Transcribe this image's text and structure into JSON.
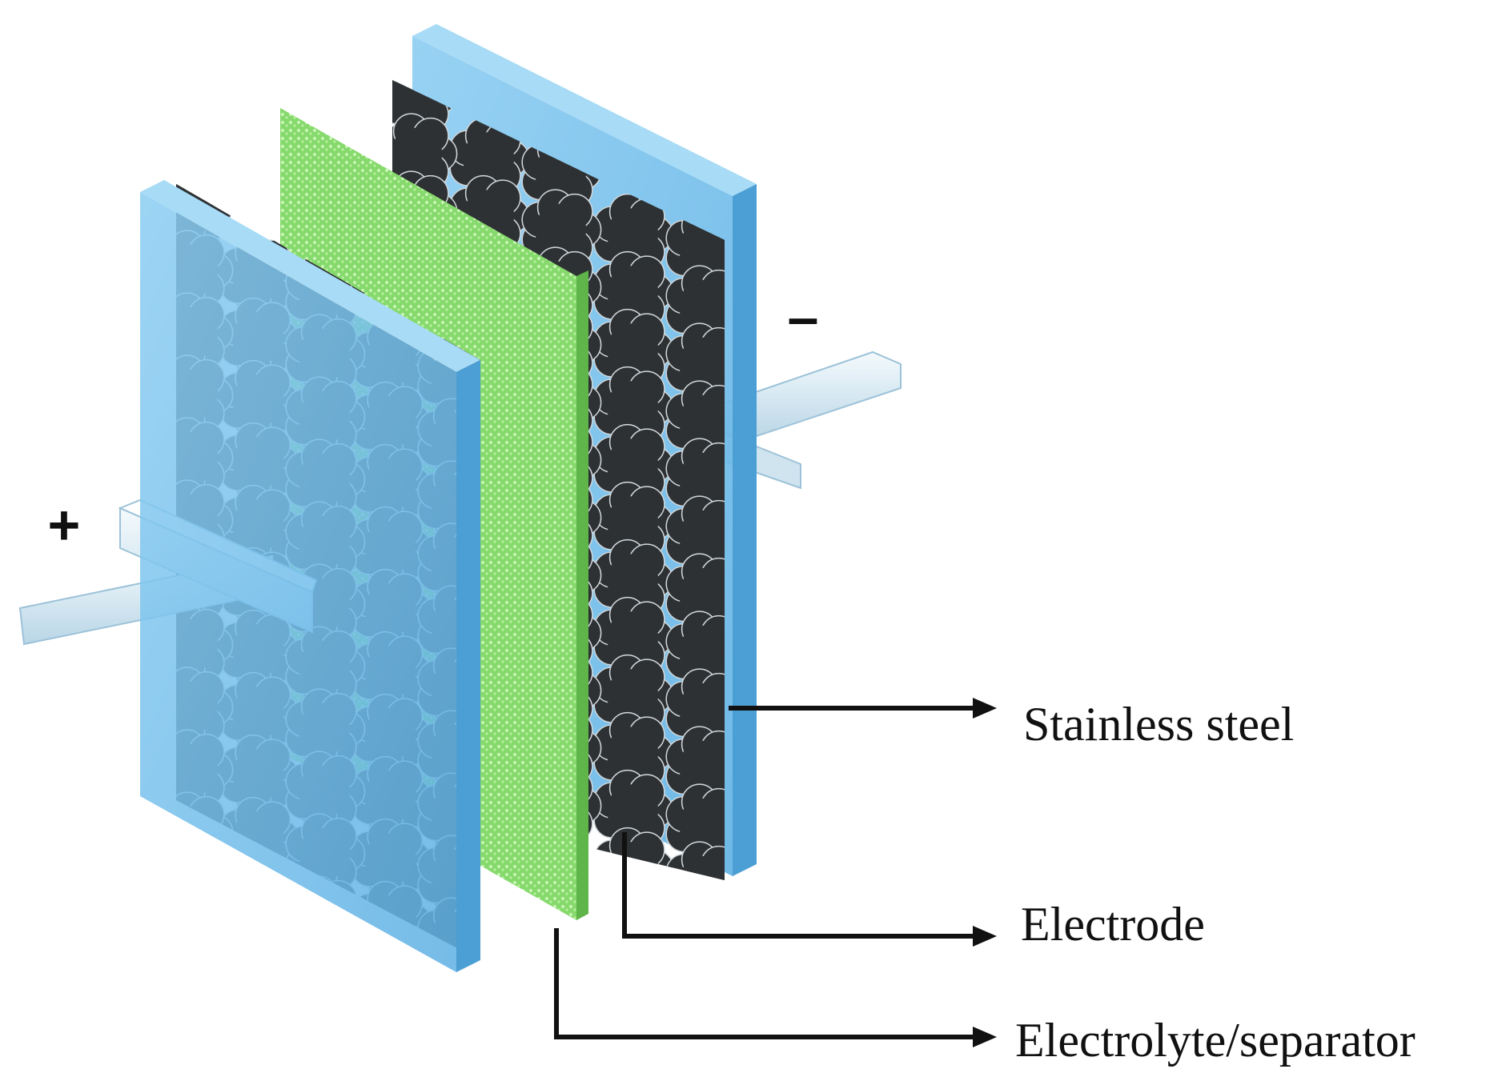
{
  "diagram": {
    "terminals": {
      "positive": "+",
      "negative": "–"
    },
    "labels": {
      "collector": "Stainless steel",
      "electrode": "Electrode",
      "separator": "Electrolyte/separator"
    },
    "colors": {
      "collector_plate": "#7fc6ee",
      "collector_edge": "#4fa7dd",
      "electrode_particles": "#2e3133",
      "particle_outline": "#cfd6da",
      "separator": "#8fe07a",
      "separator_dots": "#c9f7b8",
      "terminal_bar": "#dfeef6",
      "leader_line": "#111111"
    }
  }
}
